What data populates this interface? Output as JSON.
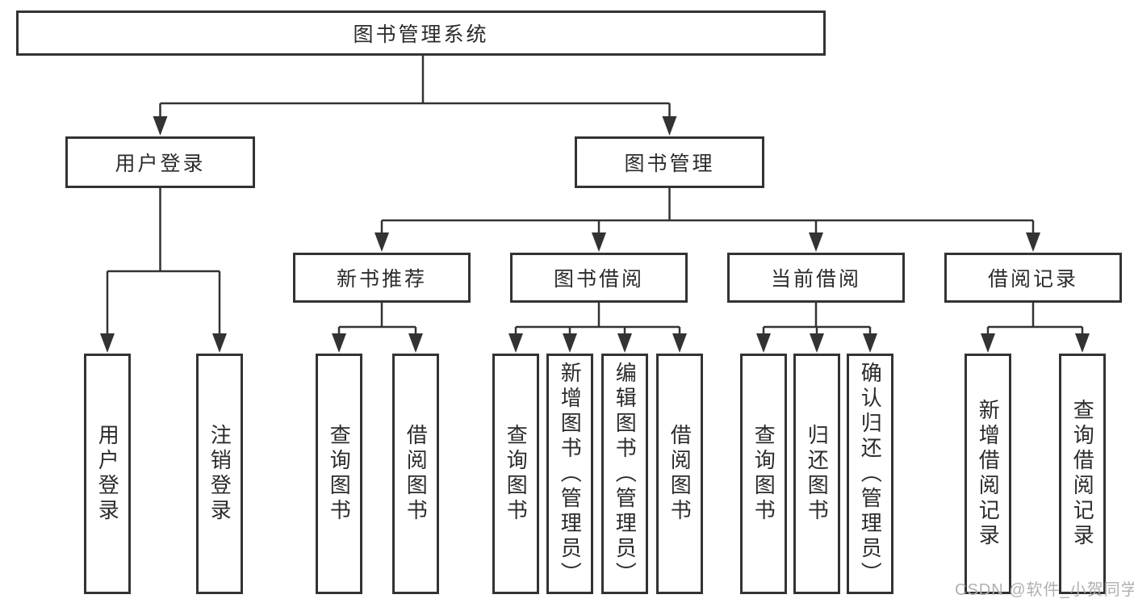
{
  "diagram_title": "图书管理系统",
  "level2": [
    {
      "label": "用户登录"
    },
    {
      "label": "图书管理"
    }
  ],
  "level3": [
    {
      "label": "新书推荐"
    },
    {
      "label": "图书借阅"
    },
    {
      "label": "当前借阅"
    },
    {
      "label": "借阅记录"
    }
  ],
  "leaves": {
    "user_login": [
      "用户登录",
      "注销登录"
    ],
    "new_book": [
      "查询图书",
      "借阅图书"
    ],
    "book_borrow": [
      "查询图书",
      "新增图书（管理员）",
      "编辑图书（管理员）",
      "借阅图书"
    ],
    "current_borrow": [
      "查询图书",
      "归还图书",
      "确认归还（管理员）"
    ],
    "borrow_records": [
      "新增借阅记录",
      "查询借阅记录"
    ]
  },
  "watermark": "CSDN @软件_小贺同学",
  "colors": {
    "line": "#333333",
    "text": "#2b2b2b",
    "watermark": "#b0b0b0",
    "background": "#ffffff"
  }
}
